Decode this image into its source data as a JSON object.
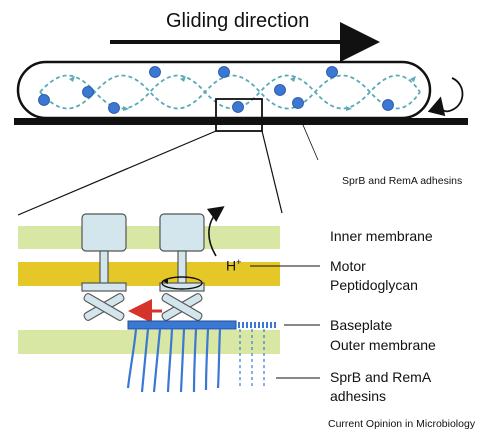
{
  "title": "Gliding direction",
  "labels": {
    "adhesins_top": "SprB and RemA adhesins",
    "inner_membrane": "Inner membrane",
    "motor": "Motor",
    "peptidoglycan": "Peptidoglycan",
    "proton": "H",
    "proton_sup": "+",
    "baseplate": "Baseplate",
    "outer_membrane": "Outer membrane",
    "adhesins_bottom_line1": "SprB and RemA",
    "adhesins_bottom_line2": "adhesins"
  },
  "credit": "Current Opinion in Microbiology",
  "colors": {
    "membrane": "#d9e7a4",
    "peptidoglycan": "#e6c728",
    "motor_box": "#d3e6ee",
    "adhesin_dot": "#3a78d3",
    "track": "#5aaab8",
    "baseplate": "#3a78d3",
    "arrow_red": "#d6332b",
    "surface": "#111111"
  }
}
